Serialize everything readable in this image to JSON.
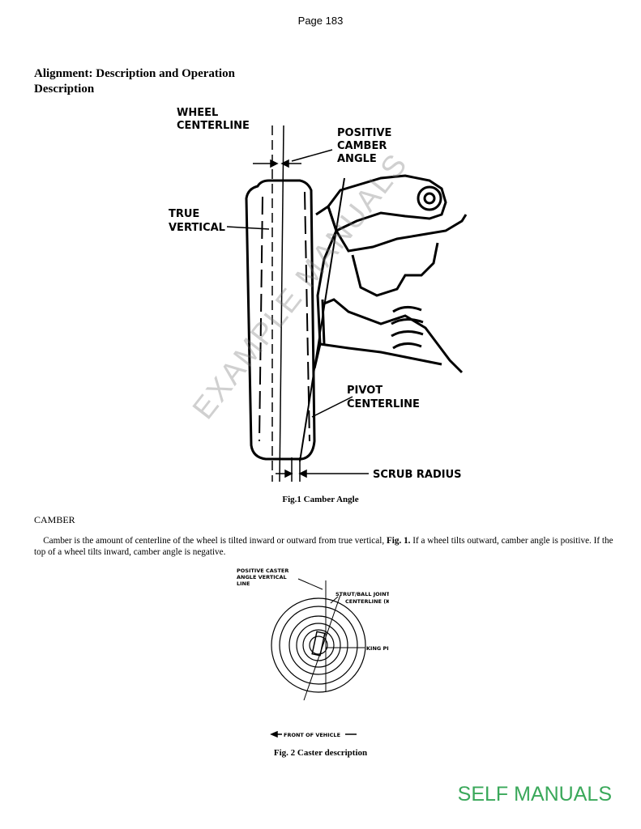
{
  "page": {
    "number": "Page 183"
  },
  "heading": {
    "line1": "Alignment: Description and Operation",
    "line2": "Description"
  },
  "figure1": {
    "labels": {
      "wheel": "WHEEL",
      "centerline": "CENTERLINE",
      "positive": "POSITIVE",
      "camber": "CAMBER",
      "angle": "ANGLE",
      "true": "TRUE",
      "vertical": "VERTICAL",
      "pivot": "PIVOT",
      "pivot_centerline": "CENTERLINE",
      "scrub": "SCRUB RADIUS"
    },
    "caption": "Fig.1  Camber Angle"
  },
  "section": {
    "title": "CAMBER",
    "paragraph_part1": "Camber is the amount of centerline of the wheel is tilted inward or outward from true vertical, ",
    "paragraph_bold": "Fig. 1.",
    "paragraph_part2": " If a wheel tilts outward, camber angle is positive. If the top of a wheel tilts inward, camber angle is negative."
  },
  "figure2": {
    "labels": {
      "pos1": "POSITIVE CASTER",
      "pos2": "ANGLE VERTICAL",
      "pos3": "LINE",
      "strut1": "STRUT/BALL JOINT",
      "strut2": "CENTERLINE (KPI)",
      "kingpin": "KING PIN",
      "front": "FRONT OF VEHICLE"
    },
    "caption": "Fig. 2 Caster description"
  },
  "watermark": "EXAMPLE MANUALS",
  "brand": "SELF MANUALS",
  "colors": {
    "brand": "#3aa85a",
    "watermark": "#9a9a9a"
  }
}
